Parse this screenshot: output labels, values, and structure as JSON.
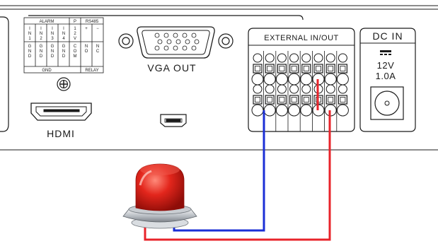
{
  "panel": {
    "alarm_title": "ALARM",
    "p_label": "P",
    "rs485_label": "RS485",
    "alarm_inputs": [
      [
        "I",
        "N",
        "1"
      ],
      [
        "I",
        "N",
        "2"
      ],
      [
        "I",
        "N",
        "3"
      ],
      [
        "I",
        "N",
        "4"
      ],
      [
        "1",
        "2",
        "V"
      ],
      [
        "+"
      ],
      [
        "−"
      ]
    ],
    "lower_pins": [
      [
        "G",
        "N",
        "D"
      ],
      [
        "G",
        "N",
        "D"
      ],
      [
        "G",
        "N",
        "D"
      ],
      [
        "G",
        "N",
        "D"
      ],
      [
        "C",
        "O",
        "M"
      ],
      [
        "N",
        "O"
      ],
      [
        "N",
        "C"
      ]
    ],
    "gnd_label": "GND",
    "relay_label": "RELAY",
    "vga_label": "VGA  OUT",
    "hdmi_label": "HDMI",
    "external_label": "EXTERNAL  IN/OUT",
    "dc_in_label": "DC  IN",
    "dc_voltage": "12V",
    "dc_current": "1.0A"
  },
  "colors": {
    "line": "#1a1a1a",
    "wire_positive": "#e8232a",
    "wire_negative": "#1b2fd6",
    "siren_red": "#e0261c",
    "siren_base": "#b9bdc2"
  }
}
